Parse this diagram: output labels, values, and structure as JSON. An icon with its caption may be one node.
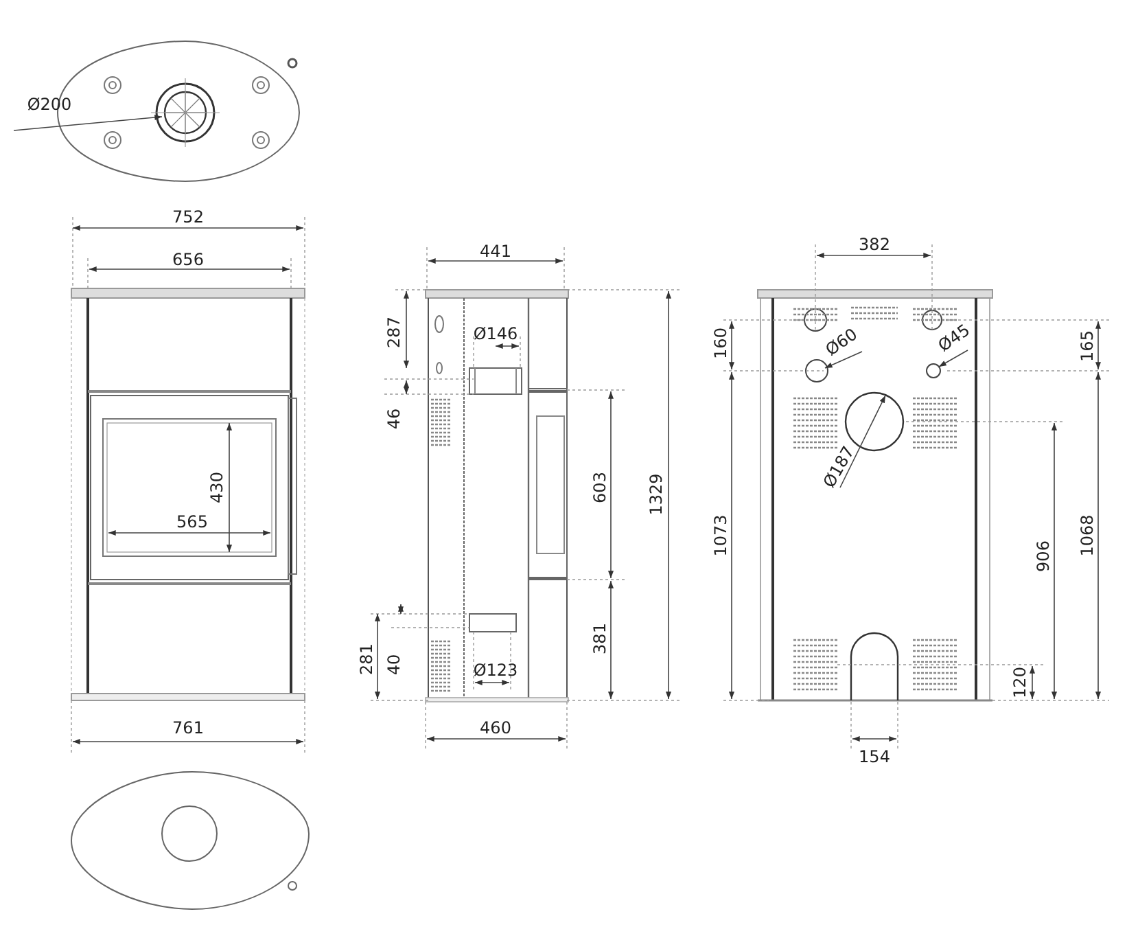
{
  "diagram": {
    "labels": [
      "Ø200",
      "752",
      "656",
      "441",
      "382",
      "287",
      "Ø146",
      "160",
      "Ø60",
      "Ø45",
      "165",
      "46",
      "430",
      "603",
      "1329",
      "Ø187",
      "565",
      "1073",
      "906",
      "1068",
      "281",
      "40",
      "381",
      "120",
      "Ø123",
      "761",
      "460",
      "154"
    ]
  }
}
